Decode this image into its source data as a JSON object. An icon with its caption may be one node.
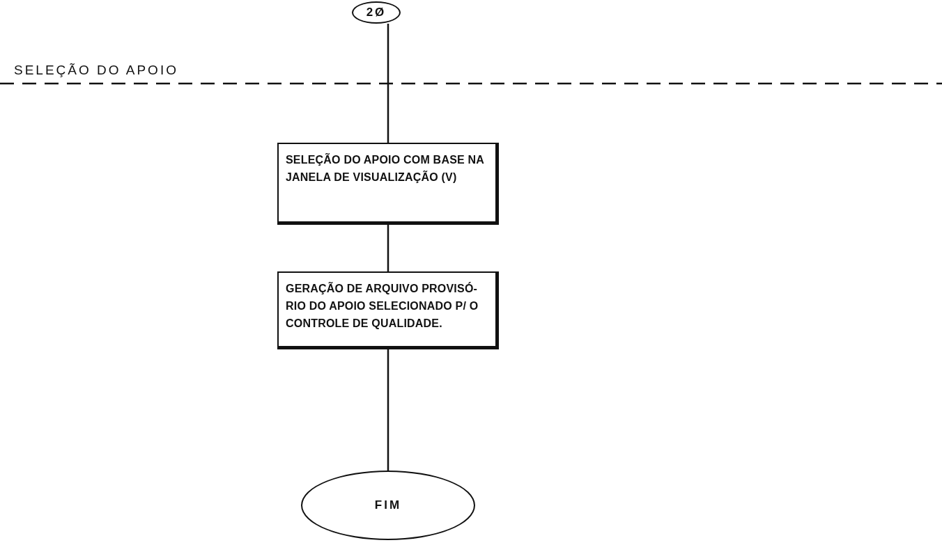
{
  "diagram": {
    "nodes": [
      {
        "text": [
          "2Ø"
        ]
      },
      {
        "text": [
          "SELEÇÃO DO APOIO COM BASE NA JANELA DE VISUALIZAÇÃO (V)"
        ]
      },
      {
        "text": [
          "GERAÇÃO DE ARQUIVO PROVISÓ- RIO DO APOIO SELECIONADO P/ O CONTROLE DE QUALIDADE."
        ]
      },
      {
        "text": [
          "FIM"
        ]
      }
    ],
    "edges": [
      {
        "from": 0,
        "to": 1,
        "arrow": "none"
      },
      {
        "from": 1,
        "to": 2,
        "arrow": "none"
      },
      {
        "from": 2,
        "to": 3,
        "arrow": "none"
      }
    ],
    "labels": [
      "SELEÇÃO DO APOIO"
    ]
  }
}
